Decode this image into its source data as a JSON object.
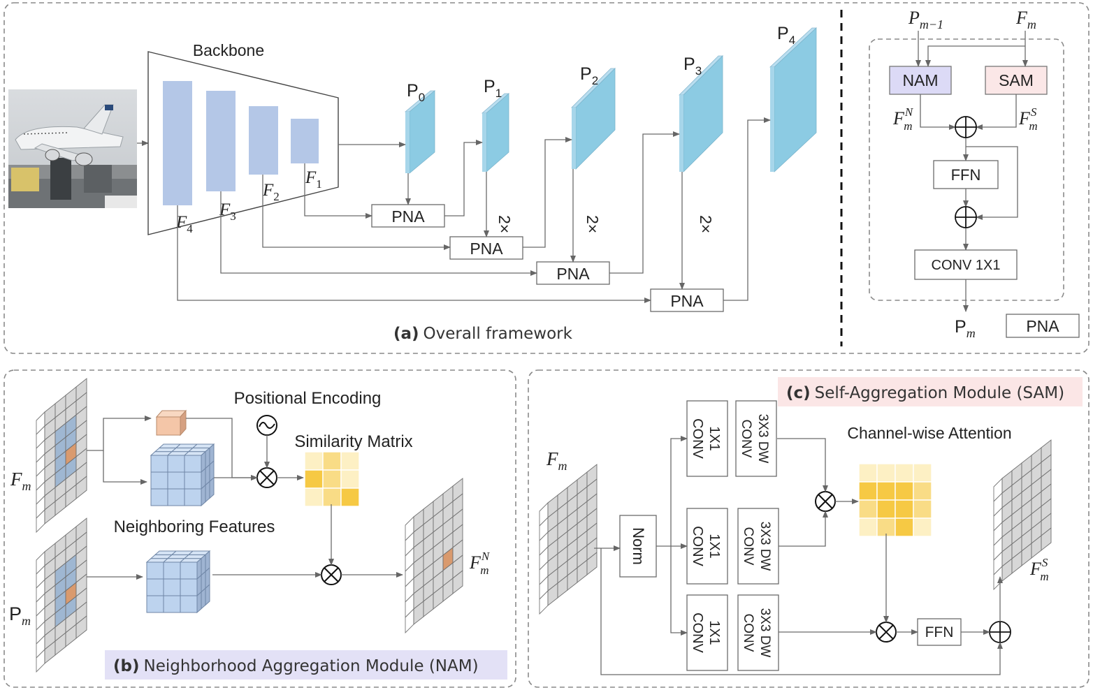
{
  "panel_a": {
    "caption_tag": "(a)",
    "caption_text": "Overall framework",
    "backbone_label": "Backbone",
    "features": {
      "f1": "F",
      "f1_sub": "1",
      "f2": "F",
      "f2_sub": "2",
      "f3": "F",
      "f3_sub": "3",
      "f4": "F",
      "f4_sub": "4"
    },
    "pyramid": [
      {
        "base": "P",
        "sub": "0"
      },
      {
        "base": "P",
        "sub": "1"
      },
      {
        "base": "P",
        "sub": "2"
      },
      {
        "base": "P",
        "sub": "3"
      },
      {
        "base": "P",
        "sub": "4"
      }
    ],
    "pna_label": "PNA",
    "upsample_label": "2×"
  },
  "pna_detail": {
    "input_p": "P",
    "input_p_sub": "m−1",
    "input_f": "F",
    "input_f_sub": "m",
    "nam_label": "NAM",
    "sam_label": "SAM",
    "fn_label": "F",
    "fn_sub": "m",
    "fn_sup": "N",
    "fs_label": "F",
    "fs_sub": "m",
    "fs_sup": "S",
    "ffn_label": "FFN",
    "conv_label": "CONV 1X1",
    "output_p": "P",
    "output_p_sub": "m",
    "legend_label": "PNA"
  },
  "panel_b": {
    "caption_tag": "(b)",
    "caption_text": "Neighborhood Aggregation Module (NAM)",
    "positional_encoding": "Positional Encoding",
    "similarity_matrix": "Similarity Matrix",
    "neighboring_features": "Neighboring Features",
    "fm_label": "F",
    "fm_sub": "m",
    "pm_label": "P",
    "pm_sub": "m",
    "fnm_label": "F",
    "fnm_sub": "m",
    "fnm_sup": "N"
  },
  "panel_c": {
    "caption_tag": "(c)",
    "caption_text": "Self-Aggregation Module (SAM)",
    "channel_attention": "Channel-wise Attention",
    "norm_label": "Norm",
    "conv1_line1": "1X1",
    "conv1_line2": "CONV",
    "conv3_line1": "3X3 DW",
    "conv3_line2": "CONV",
    "ffn_label": "FFN",
    "fm_label": "F",
    "fm_sub": "m",
    "fsm_label": "F",
    "fsm_sub": "m",
    "fsm_sup": "S"
  },
  "colors": {
    "feature_blue": "#b4c7e7",
    "pyramid_blue": "#8ccbe3",
    "nam_fill": "#dcdaf6",
    "sam_fill": "#fbe7e7",
    "caption_b_fill": "#e3e1f6",
    "caption_c_fill": "#fbe6e6",
    "grid_gray": "#d7d7d7",
    "grid_blue": "#9fb7d2",
    "cell_orange": "#d99a6e",
    "yellow_light": "#fdf0c4",
    "yellow_mid": "#f9dc86",
    "yellow_dark": "#f6c944",
    "cube_blue": "#bdd3ee"
  },
  "icons": [
    "airplane-photo",
    "sine-icon",
    "multiply-icon",
    "add-icon"
  ]
}
